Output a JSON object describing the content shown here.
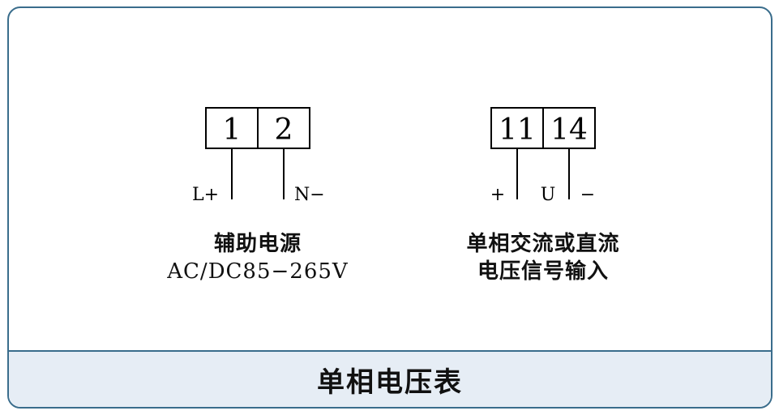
{
  "power_block": {
    "terminals": [
      "1",
      "2"
    ],
    "pin_labels": [
      "L+",
      "N−"
    ],
    "caption_line1": "辅助电源",
    "caption_line2": "AC/DC85−265V"
  },
  "signal_block": {
    "terminals": [
      "11",
      "14"
    ],
    "pin_labels": [
      "+",
      "U",
      "−"
    ],
    "caption_line1": "单相交流或直流",
    "caption_line2": "电压信号输入"
  },
  "footer": {
    "title": "单相电压表"
  },
  "colors": {
    "border": "#3a6d8c",
    "footer_bg": "#e6edf5"
  }
}
